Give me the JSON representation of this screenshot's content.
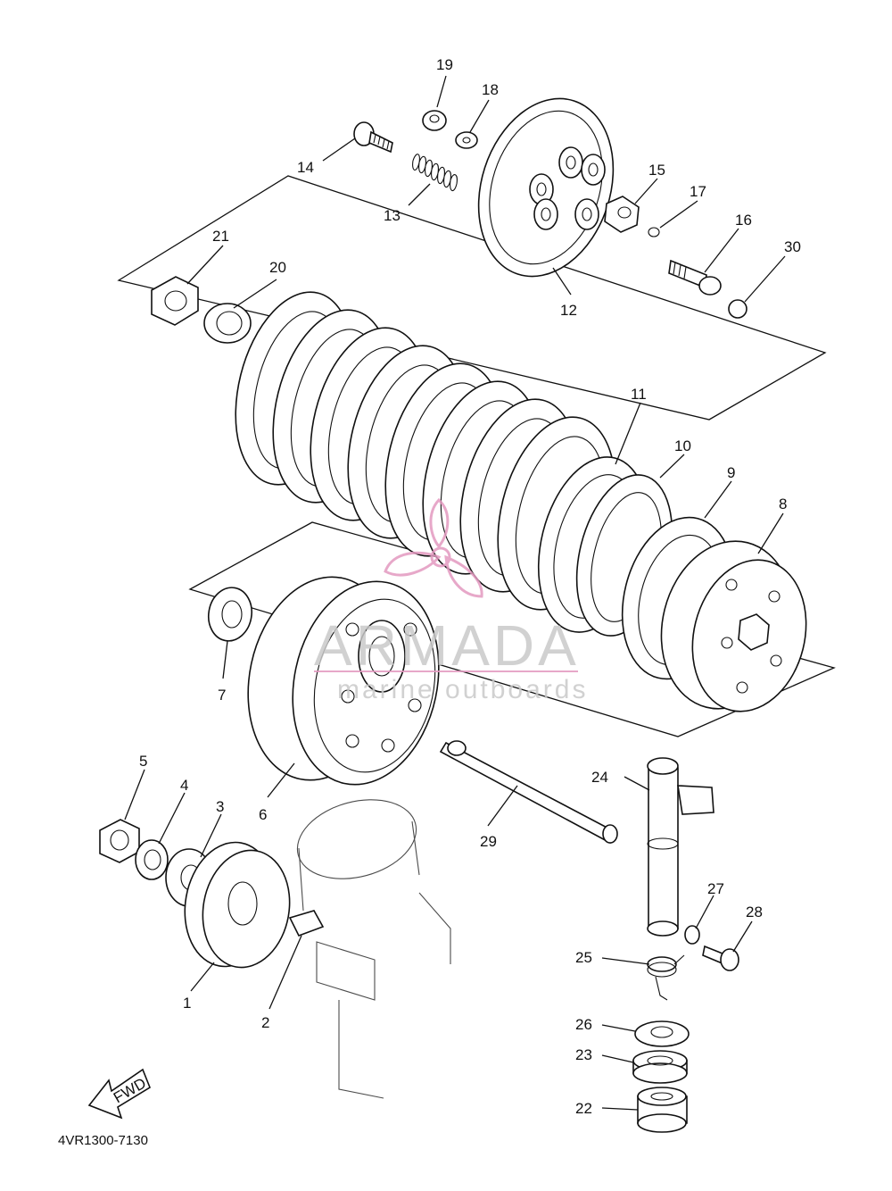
{
  "diagram": {
    "part_code": "4VR1300-7130",
    "fwd_label": "FWD",
    "callouts": [
      "1",
      "2",
      "3",
      "4",
      "5",
      "6",
      "7",
      "8",
      "9",
      "10",
      "11",
      "12",
      "13",
      "14",
      "15",
      "16",
      "17",
      "18",
      "19",
      "20",
      "21",
      "22",
      "23",
      "24",
      "25",
      "26",
      "27",
      "28",
      "29",
      "30"
    ]
  },
  "watermark": {
    "brand": "ARMADA",
    "tagline": "marine outboards",
    "accent_color": "#e39ac0"
  }
}
